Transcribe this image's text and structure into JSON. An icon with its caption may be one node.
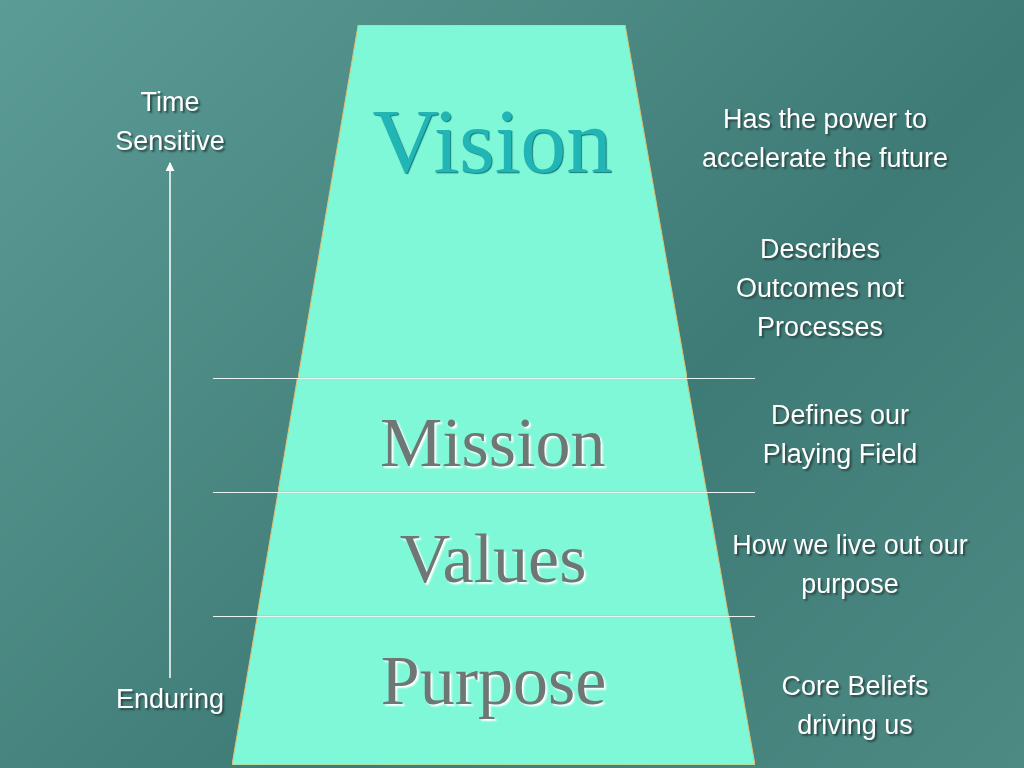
{
  "diagram": {
    "nodes": [
      {
        "text": [
          "Vision"
        ],
        "beside": [
          "Has the power to accelerate the future",
          "Describes Outcomes not Processes"
        ]
      },
      {
        "text": [
          "Mission"
        ],
        "beside": [
          "Defines our Playing Field"
        ]
      },
      {
        "text": [
          "Values"
        ],
        "beside": [
          "How we live out our purpose"
        ]
      },
      {
        "text": [
          "Purpose"
        ],
        "beside": [
          "Core Beliefs driving us"
        ]
      },
      {
        "text": [
          "Time Sensitive"
        ]
      },
      {
        "text": [
          "Enduring"
        ]
      }
    ],
    "edges": [
      {
        "from": 5,
        "to": 4,
        "arrow": "to"
      }
    ]
  }
}
